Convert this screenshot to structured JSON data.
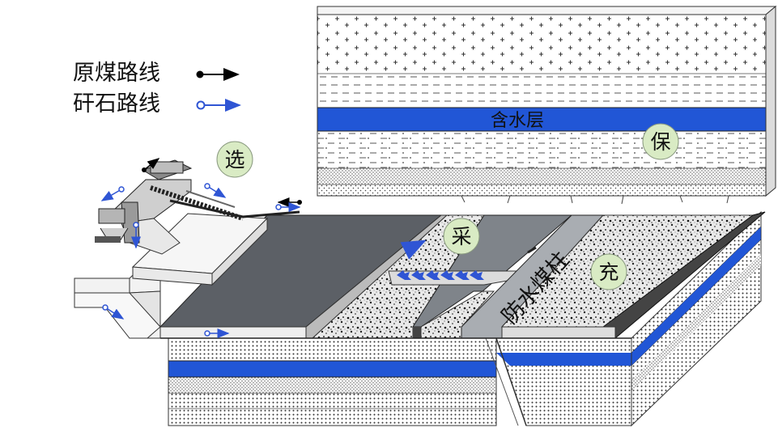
{
  "legend": {
    "raw_coal_route": "原煤路线",
    "gangue_route": "矸石路线"
  },
  "labels": {
    "aquifer": "含水层",
    "select": "选",
    "protect": "保",
    "mine": "采",
    "fill": "充",
    "waterproof_pillar": "防水煤柱"
  },
  "colors": {
    "aquifer_blue": "#2156d6",
    "raw_coal_arrow": "#000000",
    "gangue_arrow": "#2f55d4",
    "circle_fill": "#d9ebc4",
    "mined_surface": "#5c6066"
  }
}
